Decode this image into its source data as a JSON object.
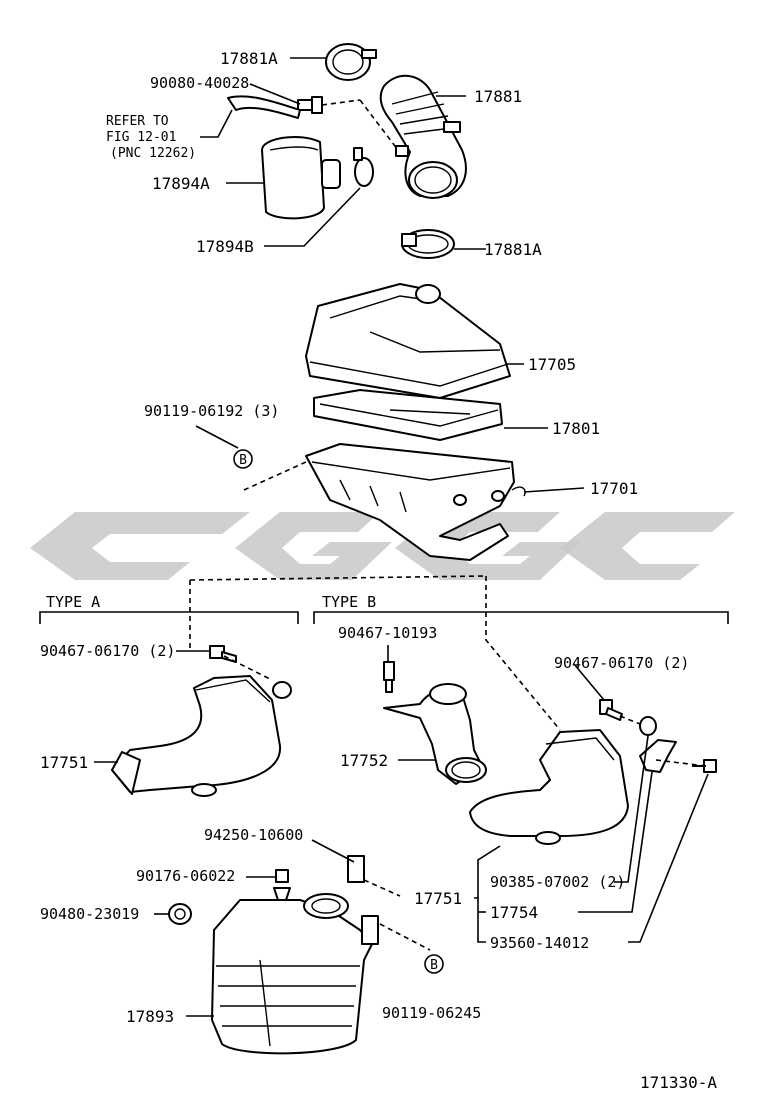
{
  "diagram": {
    "figure_code": "171330-A",
    "sections": {
      "type_a": "TYPE A",
      "type_b": "TYPE B"
    },
    "callout_letter": "B",
    "refer_note": [
      "REFER TO",
      "FIG 12-01",
      "(PNC 12262)"
    ],
    "labels": {
      "p17881A_top": "17881A",
      "p90080": "90080-40028",
      "p17881": "17881",
      "p17894A": "17894A",
      "p17894B": "17894B",
      "p17881A_bot": "17881A",
      "p17705": "17705",
      "p90119_06192": "90119-06192 (3)",
      "p17801": "17801",
      "p17701": "17701",
      "p90467_06170_a": "90467-06170 (2)",
      "p17751_a": "17751",
      "p90467_10193": "90467-10193",
      "p90467_06170_b": "90467-06170 (2)",
      "p17752": "17752",
      "p94250": "94250-10600",
      "p90176": "90176-06022",
      "p90480": "90480-23019",
      "p17751_b": "17751",
      "p90385": "90385-07002 (2)",
      "p17754": "17754",
      "p93560": "93560-14012",
      "p17893": "17893",
      "p90119_06245": "90119-06245"
    }
  }
}
